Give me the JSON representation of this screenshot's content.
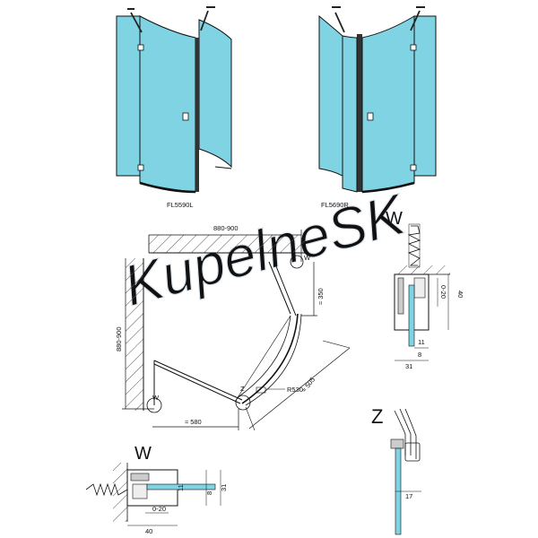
{
  "watermark": "KupelneSK",
  "views": {
    "left": {
      "model": "FL5590L"
    },
    "right": {
      "model": "FL5690R"
    }
  },
  "plan": {
    "dim_top": "880-900",
    "dim_left": "880-900",
    "dim_right_short": "≈ 350",
    "dim_bottom": "≈ 580",
    "radius": "R530",
    "dim_diag": "≈ 505",
    "detail_w": "W",
    "detail_z": "Z"
  },
  "detail_w_vertical": {
    "title": "W",
    "dim_40": "40",
    "dim_range": "0-20",
    "dim_11": "11",
    "dim_8": "8",
    "dim_31": "31"
  },
  "detail_z": {
    "title": "Z",
    "dim_17": "17"
  },
  "detail_w_horizontal": {
    "title": "W",
    "dim_range": "0-20",
    "dim_11": "11",
    "dim_8": "8",
    "dim_31": "31",
    "dim_40": "40"
  },
  "colors": {
    "glass": "#7fd3e3",
    "line": "#111111",
    "hatch": "#444444"
  }
}
